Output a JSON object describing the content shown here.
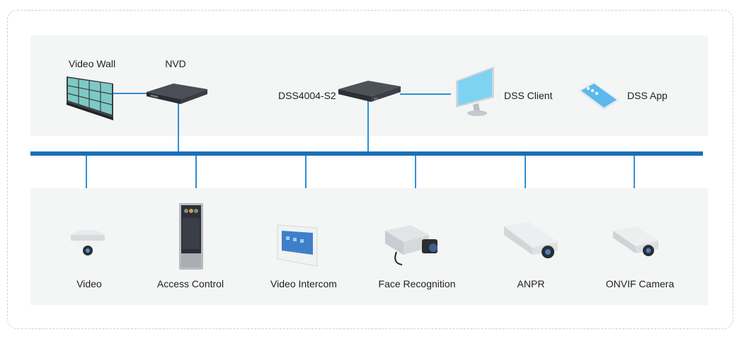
{
  "top_devices": {
    "video_wall": "Video Wall",
    "nvd": "NVD",
    "server": "DSS4004-S2",
    "client": "DSS Client",
    "app": "DSS App"
  },
  "bottom_devices": [
    {
      "label": "Video"
    },
    {
      "label": "Access Control"
    },
    {
      "label": "Video Intercom"
    },
    {
      "label": "Face Recognition"
    },
    {
      "label": "ANPR"
    },
    {
      "label": "ONVIF Camera"
    }
  ],
  "colors": {
    "bus": "#1a6fb8",
    "connector": "#2f8fd6",
    "panel": "#f4f5f5"
  }
}
